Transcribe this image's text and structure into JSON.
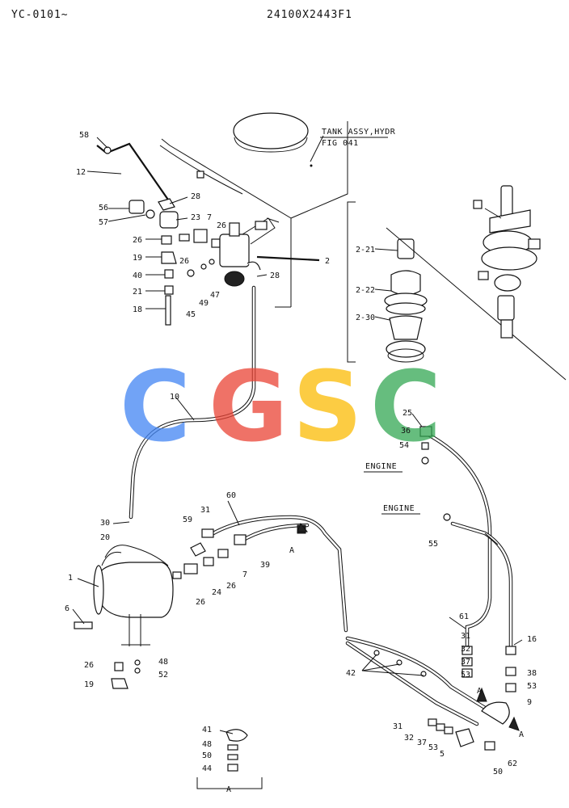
{
  "header": {
    "left": "YC-0101~",
    "right": "24100X2443F1"
  },
  "notes": {
    "tank_line1": "TANK ASSY,HYDR",
    "tank_line2": "FIG 041",
    "engine_upper": "ENGINE",
    "engine_lower": "ENGINE"
  },
  "watermark": {
    "letters": [
      "C",
      "G",
      "S",
      "C"
    ],
    "colors": [
      "#4285F4",
      "#EA4335",
      "#FBBC05",
      "#34A853"
    ]
  },
  "callouts": {
    "c58": "58",
    "c12": "12",
    "c28a": "28",
    "c56": "56",
    "c57": "57",
    "c23": "23",
    "c7a": "7",
    "c26a": "26",
    "c26b": "26",
    "c19a": "19",
    "c26c": "26",
    "c40": "40",
    "c21": "21",
    "c18": "18",
    "c45": "45",
    "c49": "49",
    "c47": "47",
    "c28b": "28",
    "c2": "2",
    "c2_21": "2-21",
    "c2_22": "2-22",
    "c2_30": "2-30",
    "c10": "10",
    "c25": "25",
    "c36": "36",
    "c54": "54",
    "c60": "60",
    "c31a": "31",
    "c59": "59",
    "c39": "39",
    "c7b": "7",
    "c26d": "26",
    "c24": "24",
    "c26e": "26",
    "c20": "20",
    "c30": "30",
    "c1": "1",
    "c6": "6",
    "cA1": "A",
    "c55": "55",
    "c61": "61",
    "c16": "16",
    "c31b": "31",
    "c32a": "32",
    "c37a": "37",
    "c53a": "53",
    "c42": "42",
    "c38": "38",
    "c53b": "53",
    "c9": "9",
    "cA2": "A",
    "cA3": "A",
    "c26f": "26",
    "c48": "48",
    "c52": "52",
    "c19b": "19",
    "c31c": "31",
    "c32b": "32",
    "c37b": "37",
    "c53c": "53",
    "c5": "5",
    "c50a": "50",
    "c62": "62",
    "c41": "41",
    "c48b": "48",
    "c50b": "50",
    "c44": "44",
    "cAdetail": "A"
  }
}
